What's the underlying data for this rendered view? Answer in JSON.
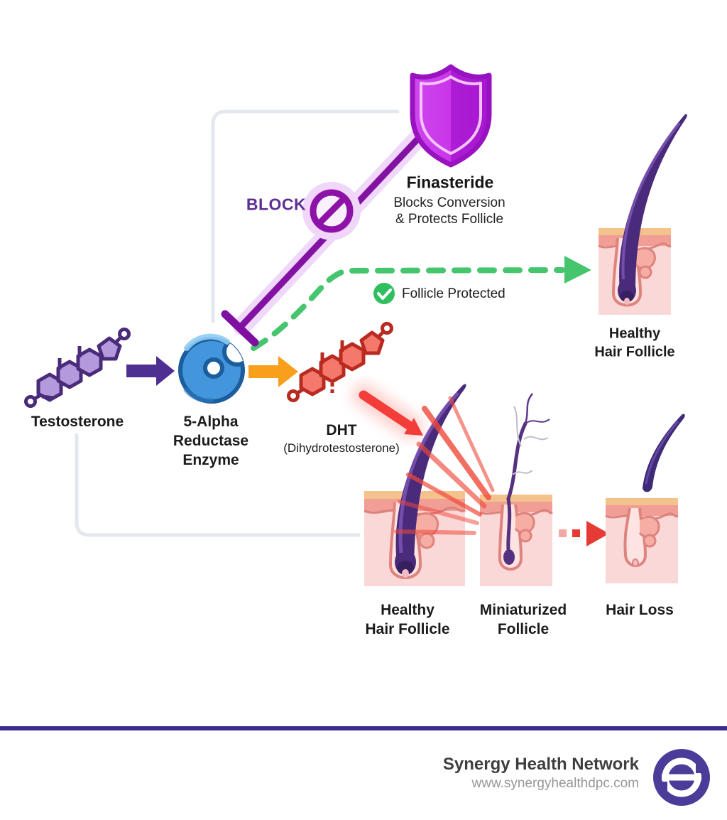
{
  "labels": {
    "block": "BLOCK",
    "finasteride_title": "Finasteride",
    "finasteride_sub1": "Blocks Conversion",
    "finasteride_sub2": "& Protects Follicle",
    "follicle_protected": "Follicle Protected",
    "testosterone": "Testosterone",
    "enzyme_line1": "5-Alpha",
    "enzyme_line2": "Reductase",
    "enzyme_line3": "Enzyme",
    "dht_title": "DHT",
    "dht_sub": "(Dihydrotestosterone)",
    "healthy_top_line1": "Healthy",
    "healthy_top_line2": "Hair Follicle",
    "healthy_bottom_line1": "Healthy",
    "healthy_bottom_line2": "Hair Follicle",
    "miniaturized_line1": "Miniaturized",
    "miniaturized_line2": "Follicle",
    "hair_loss": "Hair Loss"
  },
  "footer": {
    "brand": "Synergy Health Network",
    "url": "www.synergyhealthdpc.com"
  },
  "icons": {
    "shield": "purple-protection-shield",
    "prohibition": "no-entry-slash-circle",
    "check": "green-check-circle",
    "enzyme": "blue-enzyme-pacman",
    "testosterone_molecule": "purple-steroid-skeleton",
    "dht_molecule": "red-steroid-skeleton",
    "logo": "synergy-s-circle"
  },
  "colors": {
    "inhibitor_purple": "#8312a3",
    "inhibitor_halo": "#efd8f9",
    "shield_purple": "#bb2ae0",
    "green_protect": "#46c56f",
    "orange_arrow": "#f8a01c",
    "deep_purple_arrow": "#4e3093",
    "attack_red": "#ef3d35",
    "enzyme_blue": "#4496dc",
    "molecule_purple": "#b49add",
    "molecule_red": "#f4796c",
    "skin_pink": "#fbd8d8",
    "footer_purple": "#3d2b8e",
    "logo_indigo": "#4b3c99"
  }
}
